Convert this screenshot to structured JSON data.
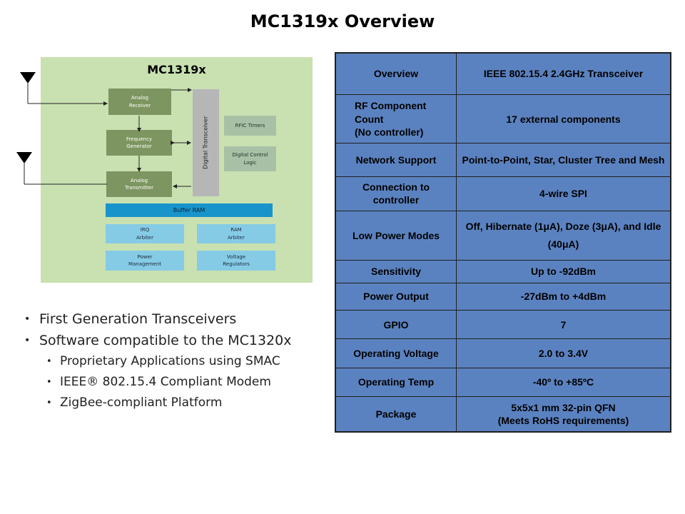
{
  "title": "MC1319x Overview",
  "diagram": {
    "title": "MC1319x",
    "blocks": {
      "analog_receiver": "Analog\nReceiver",
      "frequency_generator": "Frequency\nGenerator",
      "analog_transmitter": "Analog\nTransmitter",
      "digital_transceiver": "Digital Transceiver",
      "rfic_timers": "RFIC Timers",
      "digital_control_logic": "Digital Control\nLogic",
      "buffer_ram": "Buffer RAM",
      "irq_arbiter": "IRQ\nArbiter",
      "ram_arbiter": "RAM\nArbiter",
      "power_management": "Power\nManagement",
      "voltage_regulators": "Voltage\nRegulators"
    },
    "colors": {
      "background": "#c9e0b1",
      "rf_block": "#7d9560",
      "logic_block": "#a8c1a6",
      "light_block": "#86cbe6",
      "buffer_ram": "#1894cb"
    }
  },
  "bullets": [
    {
      "level": 1,
      "text": "First Generation Transceivers"
    },
    {
      "level": 1,
      "text": "Software compatible to the MC1320x"
    },
    {
      "level": 2,
      "text": "Proprietary Applications using SMAC"
    },
    {
      "level": 2,
      "text": "IEEE® 802.15.4 Compliant Modem"
    },
    {
      "level": 2,
      "text": "ZigBee-compliant Platform"
    }
  ],
  "table": {
    "background_color": "#5b82c0",
    "rows": [
      {
        "label": "Overview",
        "value": "IEEE 802.15.4 2.4GHz Transceiver"
      },
      {
        "label": "RF Component\nCount\n(No controller)",
        "value": "17 external components"
      },
      {
        "label": "Network Support",
        "value": "Point-to-Point, Star, Cluster Tree and Mesh"
      },
      {
        "label": "Connection to\ncontroller",
        "value": "4-wire SPI"
      },
      {
        "label": "Low Power Modes",
        "value": "Off, Hibernate (1μA), Doze (3μA), and Idle (40μA)"
      },
      {
        "label": "Sensitivity",
        "value": "Up to -92dBm"
      },
      {
        "label": "Power Output",
        "value": "-27dBm to +4dBm"
      },
      {
        "label": "GPIO",
        "value": "7"
      },
      {
        "label": "Operating Voltage",
        "value": "2.0 to 3.4V"
      },
      {
        "label": "Operating Temp",
        "value": "-40º to +85ºC"
      },
      {
        "label": "Package",
        "value": "5x5x1 mm 32-pin QFN\n(Meets RoHS requirements)"
      }
    ]
  }
}
